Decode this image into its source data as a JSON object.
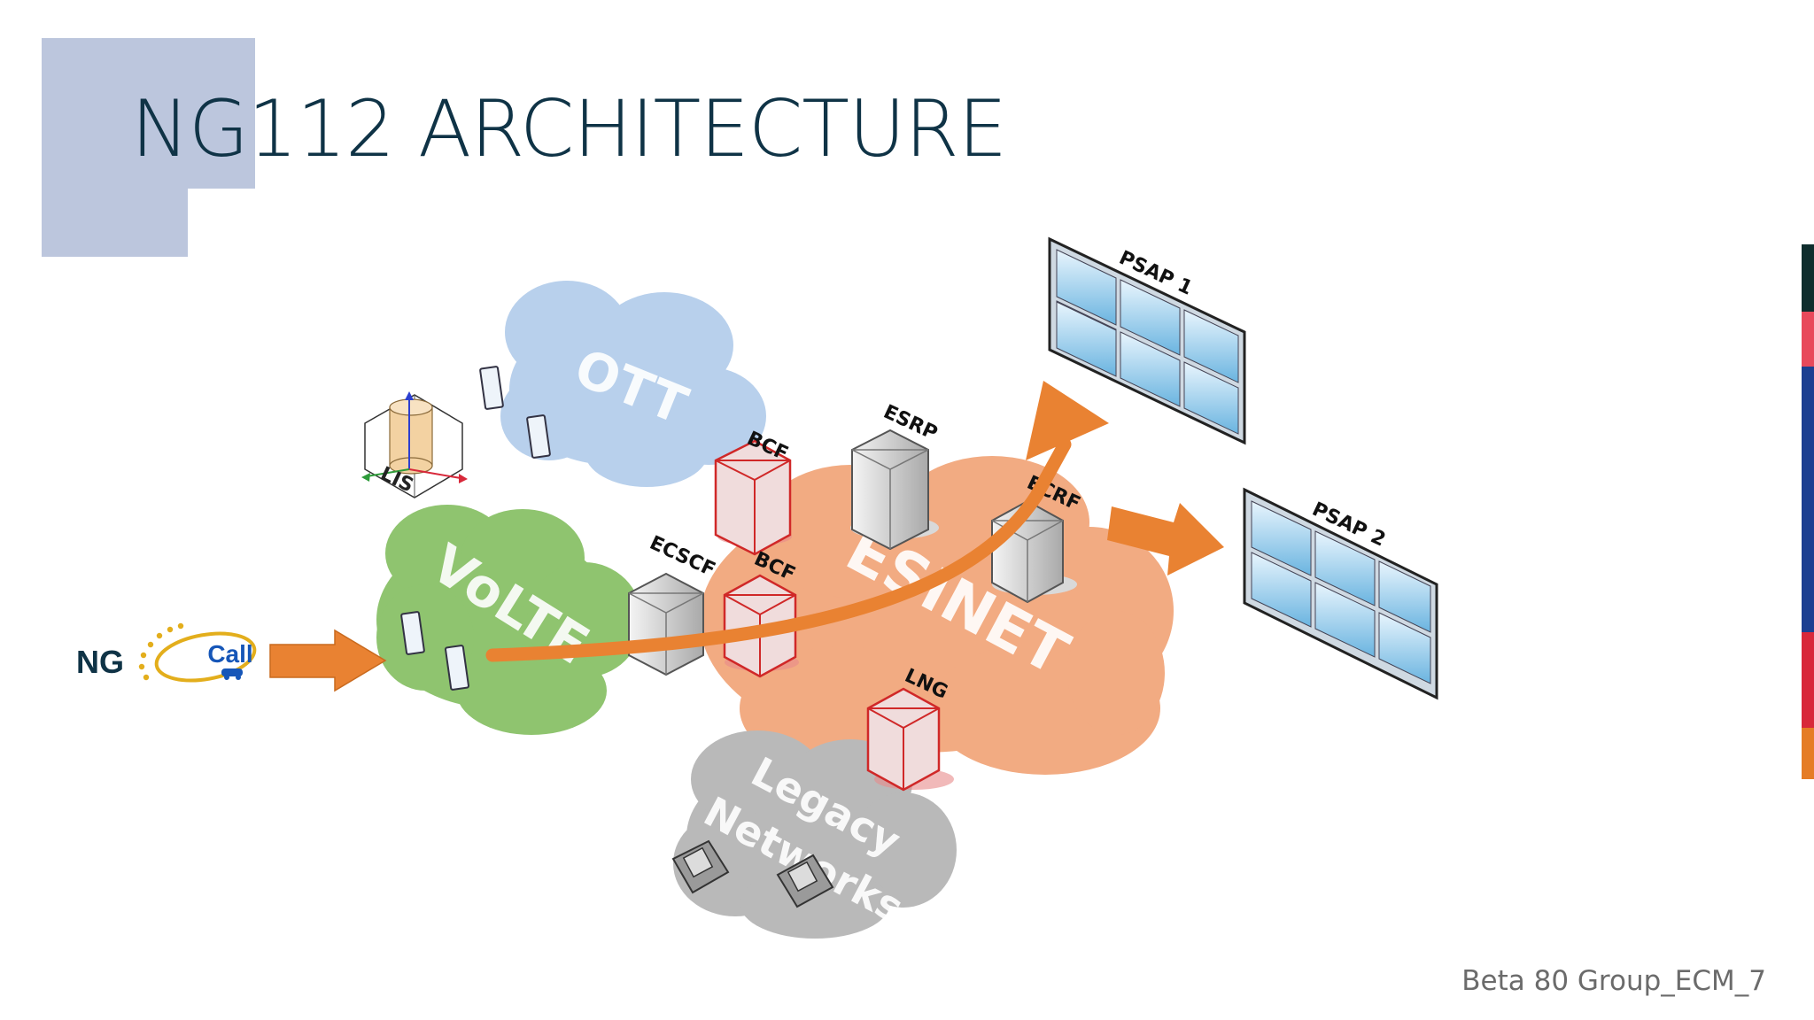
{
  "slide": {
    "title": "NG112 ARCHITECTURE",
    "footer": "Beta 80 Group_ECM_7"
  },
  "diagram": {
    "clouds": {
      "ott": "OTT",
      "volte": "VoLTE",
      "esinet": "ESINET",
      "legacy_line1": "Legacy",
      "legacy_line2": "Networks"
    },
    "nodes": {
      "lis": "LIS",
      "bcf_top": "BCF",
      "bcf_bottom": "BCF",
      "ecscf": "ECSCF",
      "esrp": "ESRP",
      "ecrf": "ECRF",
      "lng": "LNG",
      "psap1": "PSAP 1",
      "psap2": "PSAP 2"
    },
    "logo": {
      "ng_text": "NG",
      "call_text": "Call"
    }
  },
  "colors": {
    "title": "#0f3346",
    "accent_box": "#bcc6dd",
    "arrow": "#e98232",
    "ott_cloud": "#b8d0ec",
    "volte_cloud": "#8fc46f",
    "esinet_cloud": "#f2ab82",
    "legacy_cloud": "#b9b9b9",
    "stripes": [
      "#0f2d2d",
      "#e8495b",
      "#1c3f91",
      "#d8283a",
      "#e57c25"
    ]
  }
}
